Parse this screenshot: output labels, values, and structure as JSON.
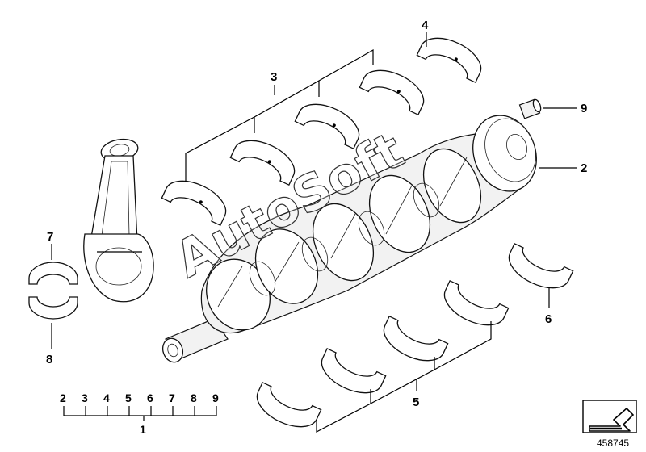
{
  "callouts": {
    "c1": "1",
    "c2": "2",
    "c3": "3",
    "c4": "4",
    "c5": "5",
    "c6": "6",
    "c7": "7",
    "c8": "8",
    "c9": "9"
  },
  "legend": {
    "items": [
      "2",
      "3",
      "4",
      "5",
      "6",
      "7",
      "8",
      "9"
    ],
    "total": "1"
  },
  "watermark": "AutoSoft",
  "document_number": "458745"
}
